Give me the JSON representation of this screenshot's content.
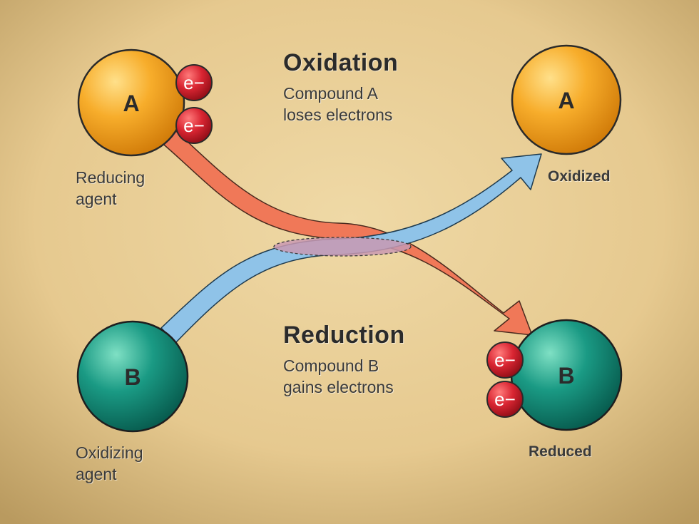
{
  "oxidation": {
    "heading": "Oxidation",
    "description": "Compound A\nloses electrons"
  },
  "reduction": {
    "heading": "Reduction",
    "description": "Compound B\ngains electrons"
  },
  "compound_a": {
    "letter": "A",
    "role_label": "Reducing\nagent",
    "result_label": "Oxidized"
  },
  "compound_b": {
    "letter": "B",
    "role_label": "Oxidizing\nagent",
    "result_label": "Reduced"
  },
  "electron_symbol": "e−",
  "colors": {
    "background": "#e6c98f",
    "compound_a": "#f6a11c",
    "compound_b": "#138d7a",
    "electron": "#cf1f2c",
    "oxidation_arrow": "#f07858",
    "reduction_arrow": "#8fc3e8"
  }
}
